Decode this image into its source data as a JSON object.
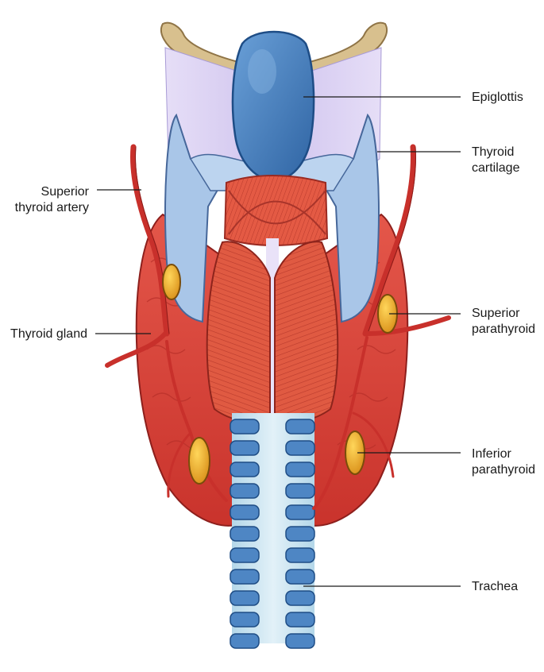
{
  "labels": {
    "epiglottis": "Epiglottis",
    "thyroid_cartilage": "Thyroid\ncartilage",
    "superior_thyroid_artery": "Superior\nthyroid artery",
    "thyroid_gland": "Thyroid gland",
    "superior_parathyroid": "Superior\nparathyroid",
    "inferior_parathyroid": "Inferior\nparathyroid",
    "trachea": "Trachea"
  },
  "colors": {
    "gland": "#d9433a",
    "gland_dark": "#a82522",
    "muscle": "#e0503c",
    "cartilage_blue": "#a9c6e8",
    "epiglottis_blue": "#3f79b8",
    "hyoid": "#d8c08e",
    "membrane": "#d8cdf0",
    "parathyroid": "#e3a01e",
    "trachea_ring": "#4e86c4",
    "trachea_core": "#c9e3ef",
    "artery": "#c8302b"
  }
}
